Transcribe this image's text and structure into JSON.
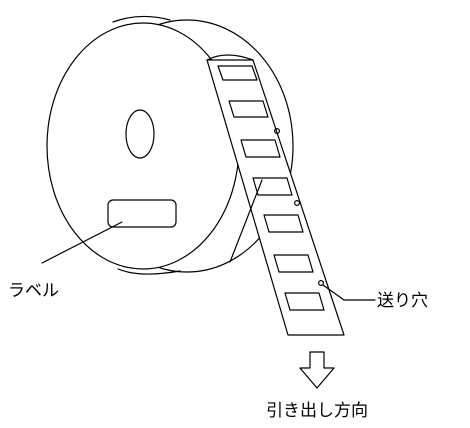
{
  "labels": {
    "label_tag": "ラベル",
    "feed_hole": "送り穴",
    "pull_direction": "引き出し方向"
  },
  "colors": {
    "line": "#000000",
    "background": "#ffffff"
  },
  "icons": {
    "direction_arrow": "down-arrow-outline"
  }
}
